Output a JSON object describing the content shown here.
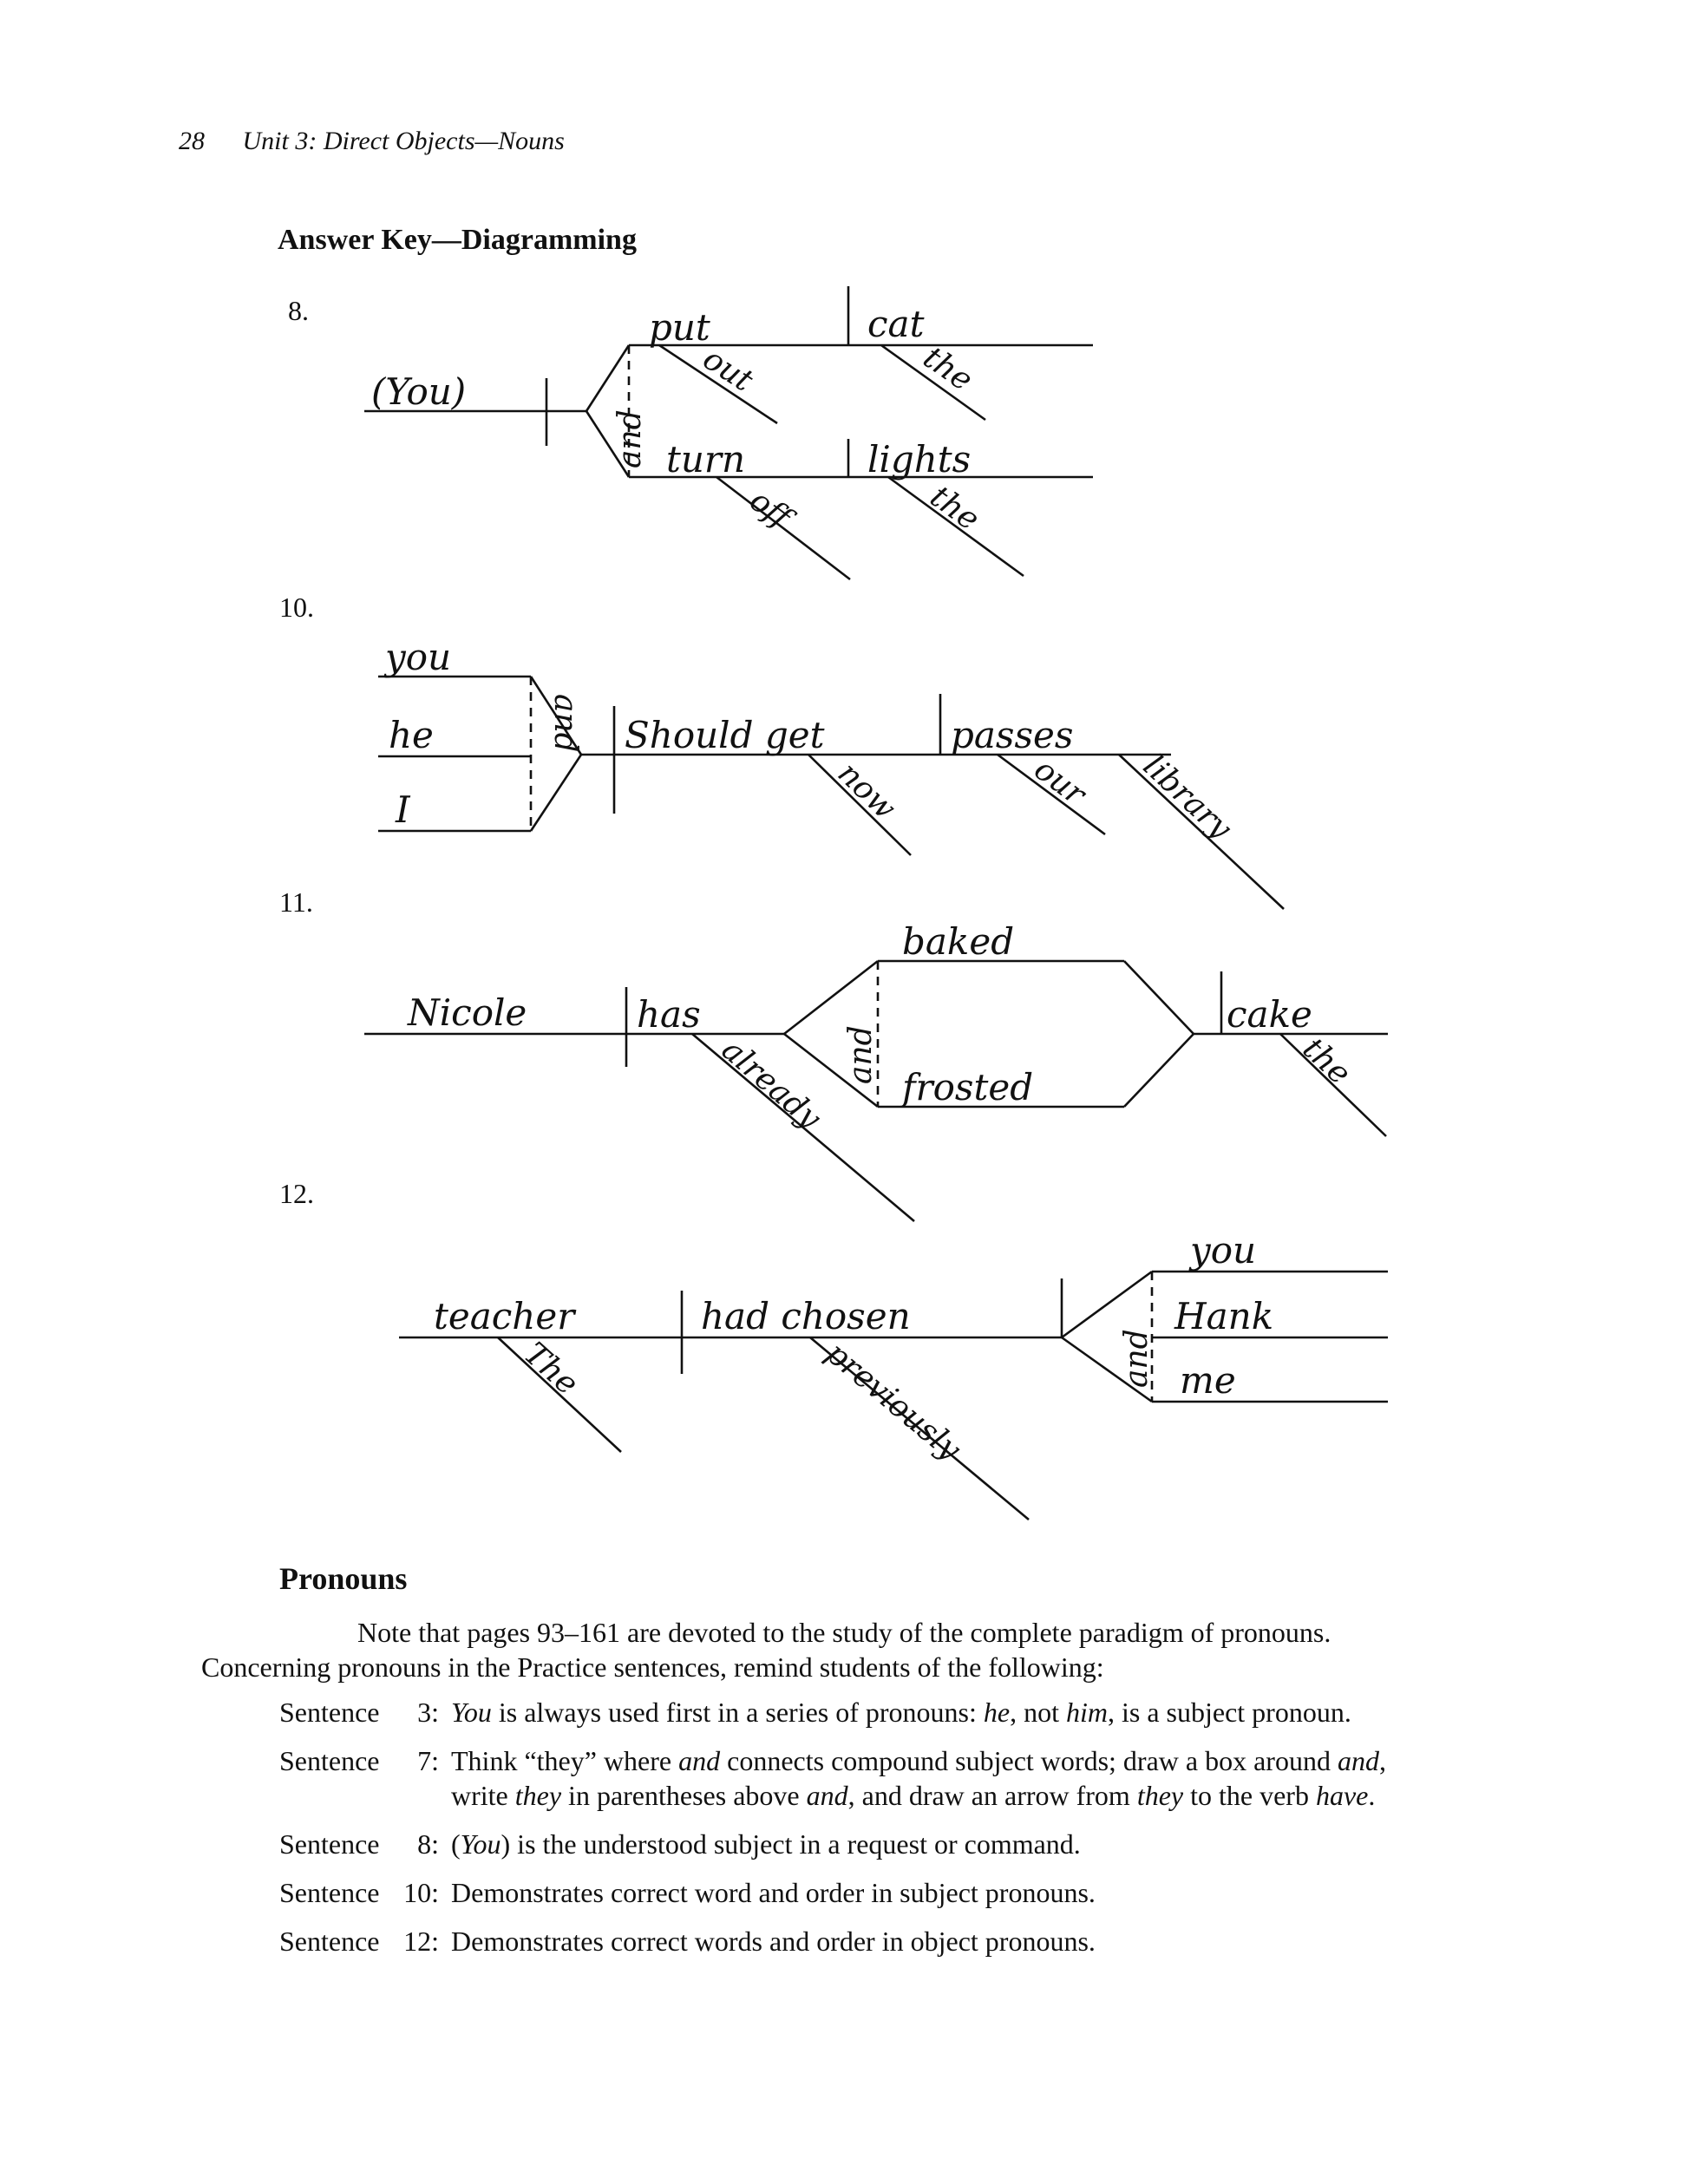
{
  "header": {
    "page_number": "28",
    "running_title": "Unit 3: Direct Objects—Nouns"
  },
  "answer_key": {
    "title": "Answer Key—Diagramming",
    "diagrams": [
      {
        "number": "8.",
        "subject": "(You)",
        "conjunction": "and",
        "branches": [
          {
            "verb": "put",
            "modifier": "out",
            "object": "cat",
            "object_modifier": "the"
          },
          {
            "verb": "turn",
            "modifier": "off",
            "object": "lights",
            "object_modifier": "the"
          }
        ]
      },
      {
        "number": "10.",
        "subjects": [
          "you",
          "he",
          "I"
        ],
        "conjunction": "and",
        "verb": "Should get",
        "verb_modifier": "now",
        "object": "passes",
        "object_modifiers": [
          "our",
          "library"
        ]
      },
      {
        "number": "11.",
        "subject": "Nicole",
        "helper": "has",
        "helper_modifier": "already",
        "conjunction": "and",
        "verbs": [
          "baked",
          "frosted"
        ],
        "object": "cake",
        "object_modifier": "the"
      },
      {
        "number": "12.",
        "subject": "teacher",
        "subject_modifier": "The",
        "verb": "had chosen",
        "verb_modifier": "previously",
        "conjunction": "and",
        "objects": [
          "you",
          "Hank",
          "me"
        ]
      }
    ]
  },
  "pronouns": {
    "heading": "Pronouns",
    "intro_1": "Note that pages 93–161 are devoted to the study of the complete paradigm of pronouns.",
    "intro_2": "Concerning pronouns in the Practice sentences, remind students of the following:",
    "notes": [
      {
        "label": "Sentence",
        "num": "3:",
        "parts": [
          "You",
          " is always used first in a series of pronouns: ",
          "he",
          ", not ",
          "him",
          ", is a subject pronoun."
        ]
      },
      {
        "label": "Sentence",
        "num": "7:",
        "parts": [
          "Think “they” where ",
          "and",
          " connects compound subject words; draw a box around ",
          "and",
          ", write ",
          "they",
          " in parentheses above ",
          "and",
          ", and draw an arrow from ",
          "they",
          " to the verb ",
          "have",
          "."
        ]
      },
      {
        "label": "Sentence",
        "num": "8:",
        "parts": [
          "(",
          "You",
          ") is the understood subject in a request or command."
        ]
      },
      {
        "label": "Sentence",
        "num": "10:",
        "parts": [
          "Demonstrates correct word and order in subject pronouns."
        ]
      },
      {
        "label": "Sentence",
        "num": "12:",
        "parts": [
          "Demonstrates correct words and order in object pronouns."
        ]
      }
    ]
  }
}
